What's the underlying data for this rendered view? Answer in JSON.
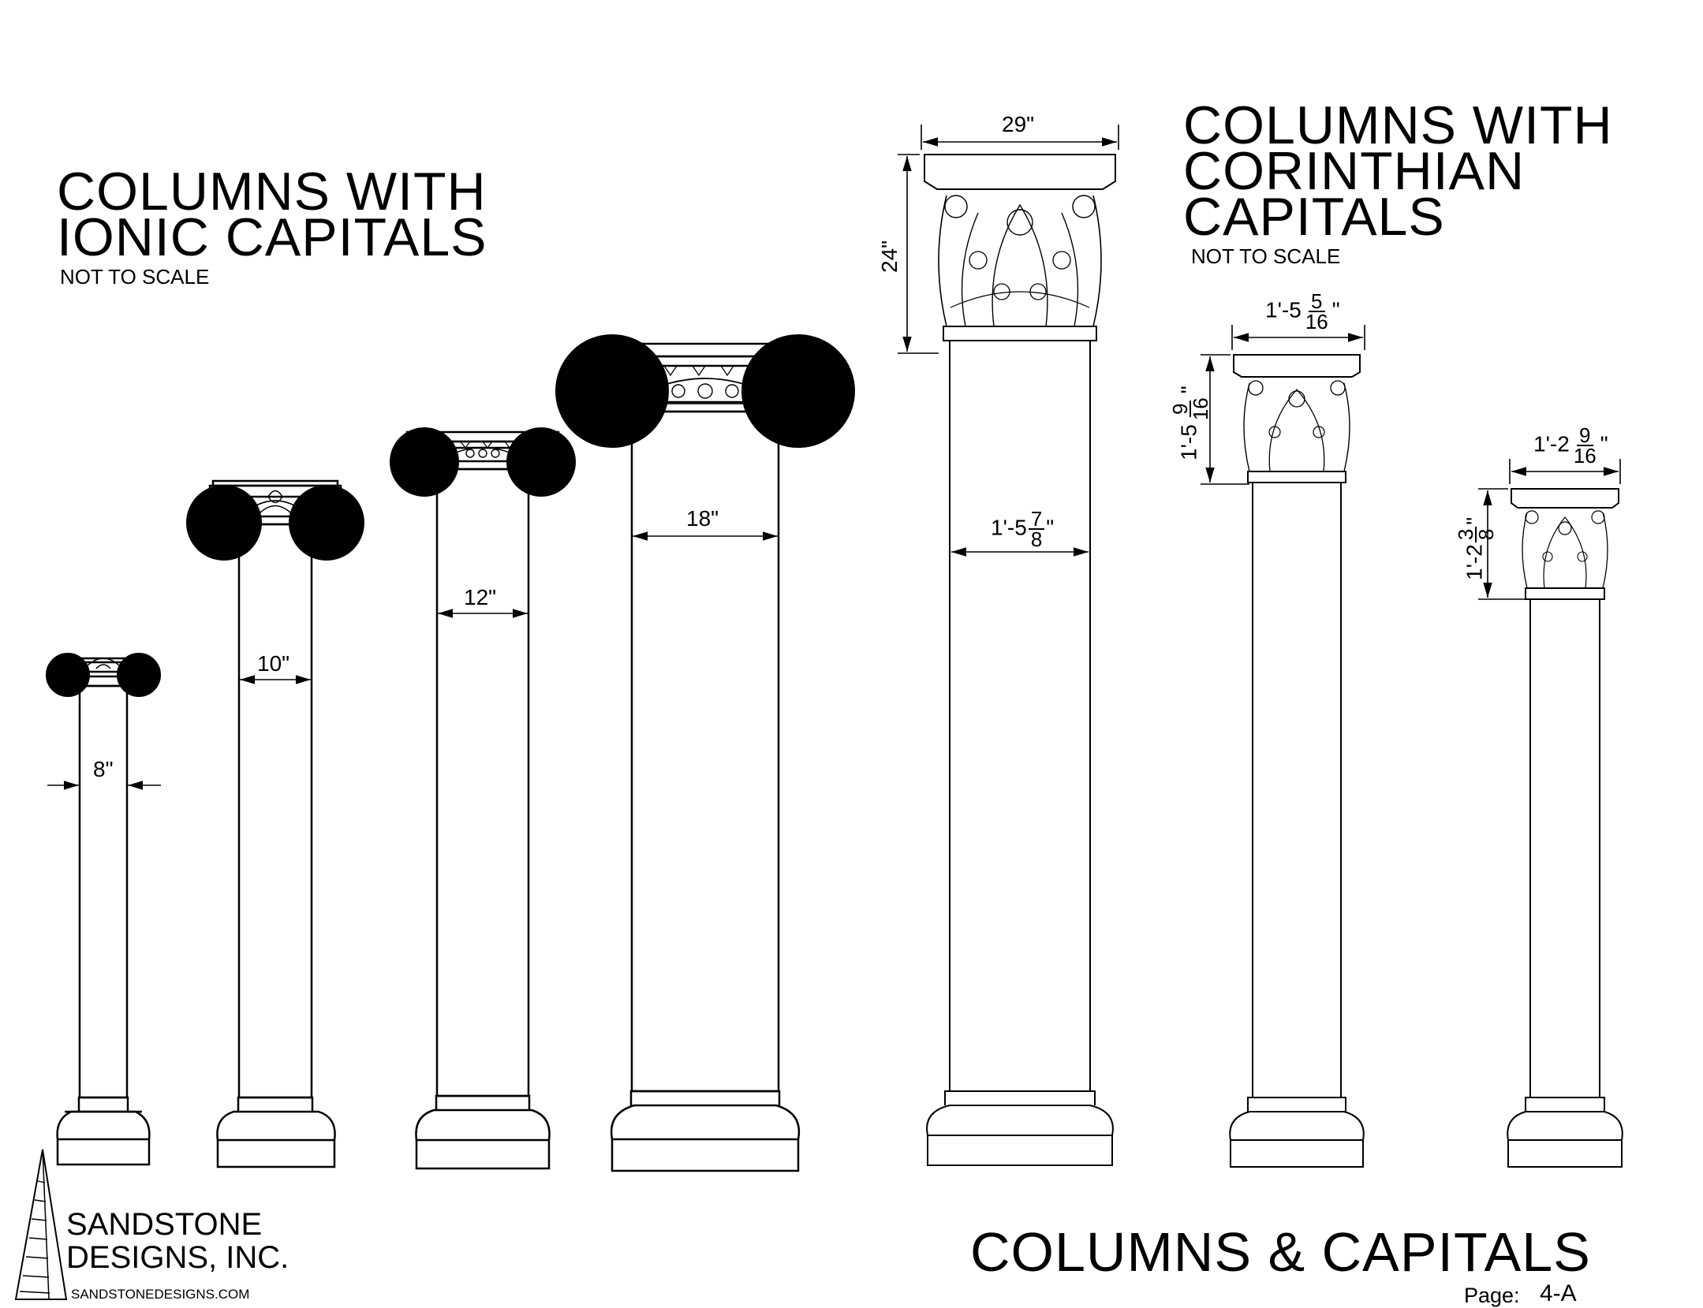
{
  "ionic": {
    "title_line1": "COLUMNS WITH",
    "title_line2": "IONIC  CAPITALS",
    "note": "NOT TO SCALE",
    "dims": [
      "8\"",
      "10\"",
      "12\"",
      "18\""
    ]
  },
  "corinthian": {
    "title_line1": "COLUMNS WITH",
    "title_line2": "CORINTHIAN",
    "title_line3": "CAPITALS",
    "note": "NOT TO SCALE",
    "large": {
      "capital_width": "29\"",
      "capital_height": "24\"",
      "shaft_whole": "1'-5",
      "shaft_num": "7",
      "shaft_den": "8",
      "shaft_suffix": "\""
    },
    "medium": {
      "width_whole": "1'-5",
      "width_num": "5",
      "width_den": "16",
      "width_suffix": "\"",
      "height_whole": "1'-5",
      "height_num": "9",
      "height_den": "16",
      "height_suffix": "\""
    },
    "small": {
      "width_whole": "1'-2",
      "width_num": "9",
      "width_den": "16",
      "width_suffix": "\"",
      "height_whole": "1'-2",
      "height_num": "3",
      "height_den": "8",
      "height_suffix": "\""
    }
  },
  "logo": {
    "line1": "SANDSTONE",
    "line2": "DESIGNS, INC.",
    "url": "SANDSTONEDESIGNS.COM"
  },
  "sheet": {
    "title": "COLUMNS & CAPITALS",
    "page_label": "Page:",
    "page_number": "4-A"
  }
}
